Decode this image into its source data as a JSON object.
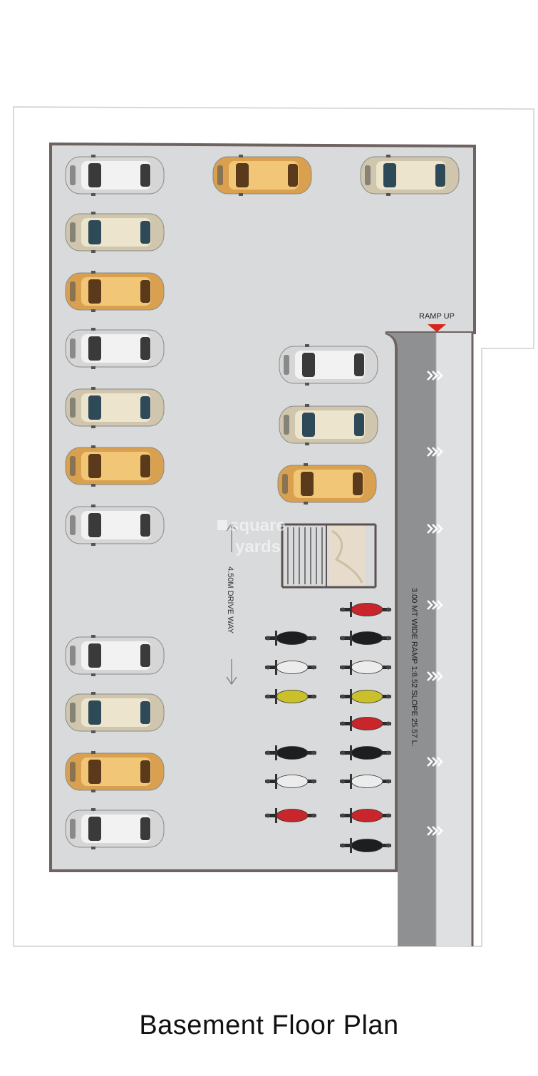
{
  "caption": "Basement Floor Plan",
  "labels": {
    "ramp_up": "RAMP UP",
    "driveway": "4.50M DRIVE WAY",
    "ramp_spec": "3.00 MT WIDE RAMP 1:8.52 SLOPE 25.57 L."
  },
  "watermark": [
    "square",
    "yards"
  ],
  "colors": {
    "floor": "#d9dadb",
    "wall": "#6e6361",
    "ramp": "#8f9092",
    "ramp_light": "#dfe0e1",
    "marker": "#d9241c",
    "outline": "#cfcfcf"
  },
  "car_colors": {
    "silver": {
      "body": "#d6d6d6",
      "roof": "#f2f2f2",
      "glass": "#3a3a3a"
    },
    "beige": {
      "body": "#cfc6ad",
      "roof": "#ece4cc",
      "glass": "#2e4a58"
    },
    "gold": {
      "body": "#d9a050",
      "roof": "#f2c677",
      "glass": "#5a3a1a"
    }
  },
  "bike_colors": [
    "#1e1e1e",
    "#c8262a",
    "#ececec",
    "#c9c02a"
  ],
  "cars": [
    {
      "id": "left-1",
      "color": "silver"
    },
    {
      "id": "left-2",
      "color": "beige"
    },
    {
      "id": "left-3",
      "color": "gold"
    },
    {
      "id": "left-4",
      "color": "silver"
    },
    {
      "id": "left-5",
      "color": "beige"
    },
    {
      "id": "left-6",
      "color": "gold"
    },
    {
      "id": "left-7",
      "color": "silver"
    },
    {
      "id": "left-8",
      "color": "silver"
    },
    {
      "id": "left-9",
      "color": "beige"
    },
    {
      "id": "left-10",
      "color": "gold"
    },
    {
      "id": "left-11",
      "color": "silver"
    },
    {
      "id": "top-mid",
      "color": "gold"
    },
    {
      "id": "top-right",
      "color": "beige"
    },
    {
      "id": "mid-1",
      "color": "silver"
    },
    {
      "id": "mid-2",
      "color": "beige"
    },
    {
      "id": "mid-3",
      "color": "gold"
    }
  ],
  "bikes_left": [
    "#1e1e1e",
    "#ececec",
    "#c9c02a",
    "#1e1e1e",
    "#ececec",
    "#c8262a"
  ],
  "bikes_right": [
    "#c8262a",
    "#1e1e1e",
    "#ececec",
    "#c9c02a",
    "#c8262a",
    "#1e1e1e",
    "#ececec",
    "#c8262a",
    "#1e1e1e"
  ]
}
